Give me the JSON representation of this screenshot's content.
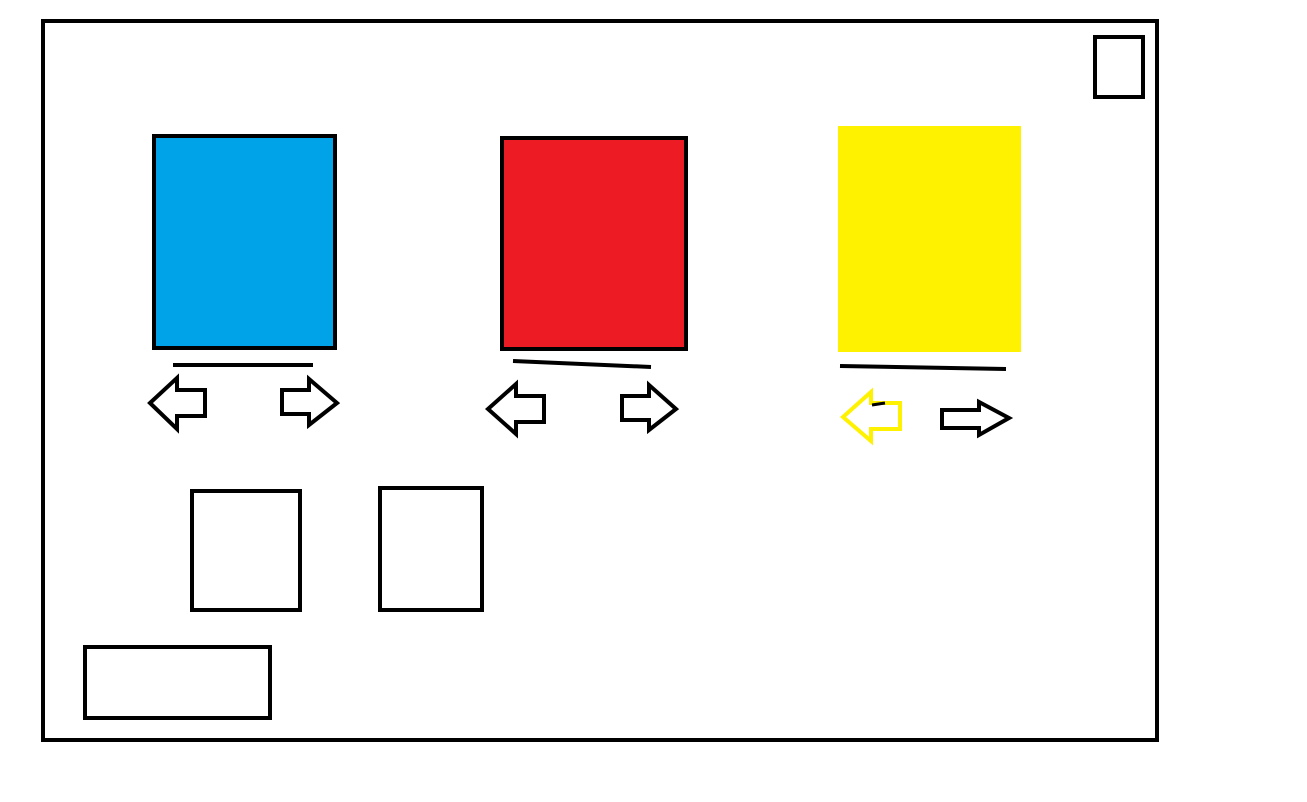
{
  "colors": {
    "swatch_blue": "#00A2E8",
    "swatch_red": "#ED1C24",
    "swatch_yellow": "#FFF200",
    "stroke": "#000000",
    "highlight_arrow": "#FFF200"
  },
  "swatches": [
    {
      "name": "blue",
      "fill": "#00A2E8",
      "outlined": true
    },
    {
      "name": "red",
      "fill": "#ED1C24",
      "outlined": true
    },
    {
      "name": "yellow",
      "fill": "#FFF200",
      "outlined": false
    }
  ],
  "icons": {
    "previous": "arrow-left-icon",
    "next": "arrow-right-icon"
  }
}
